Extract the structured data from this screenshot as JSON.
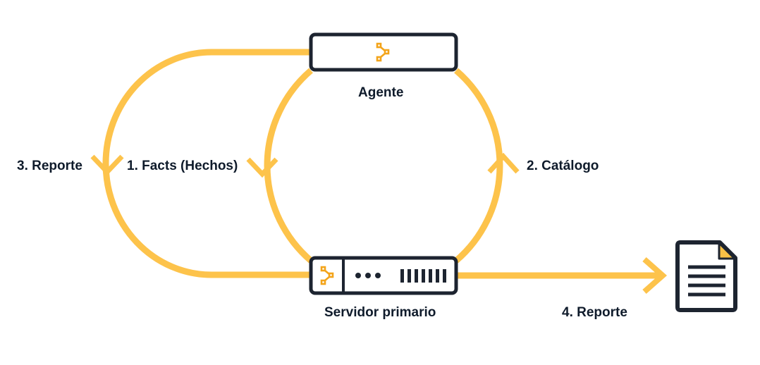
{
  "diagram": {
    "nodes": {
      "agent": {
        "label": "Agente",
        "icon": "puppet-logo-icon"
      },
      "server": {
        "label": "Servidor primario",
        "icon": "puppet-logo-icon"
      },
      "report_document": {
        "icon": "document-icon"
      }
    },
    "flows": {
      "facts": {
        "label": "1. Facts (Hechos)"
      },
      "catalog": {
        "label": "2. Catálogo"
      },
      "report_loop": {
        "label": "3. Reporte"
      },
      "report_out": {
        "label": "4. Reporte"
      }
    }
  },
  "colors": {
    "flow": "#fdc34b",
    "outline": "#1d2430",
    "accent": "#f3a41a",
    "text": "#0f1b2b",
    "document_corner": "#f7c046"
  }
}
